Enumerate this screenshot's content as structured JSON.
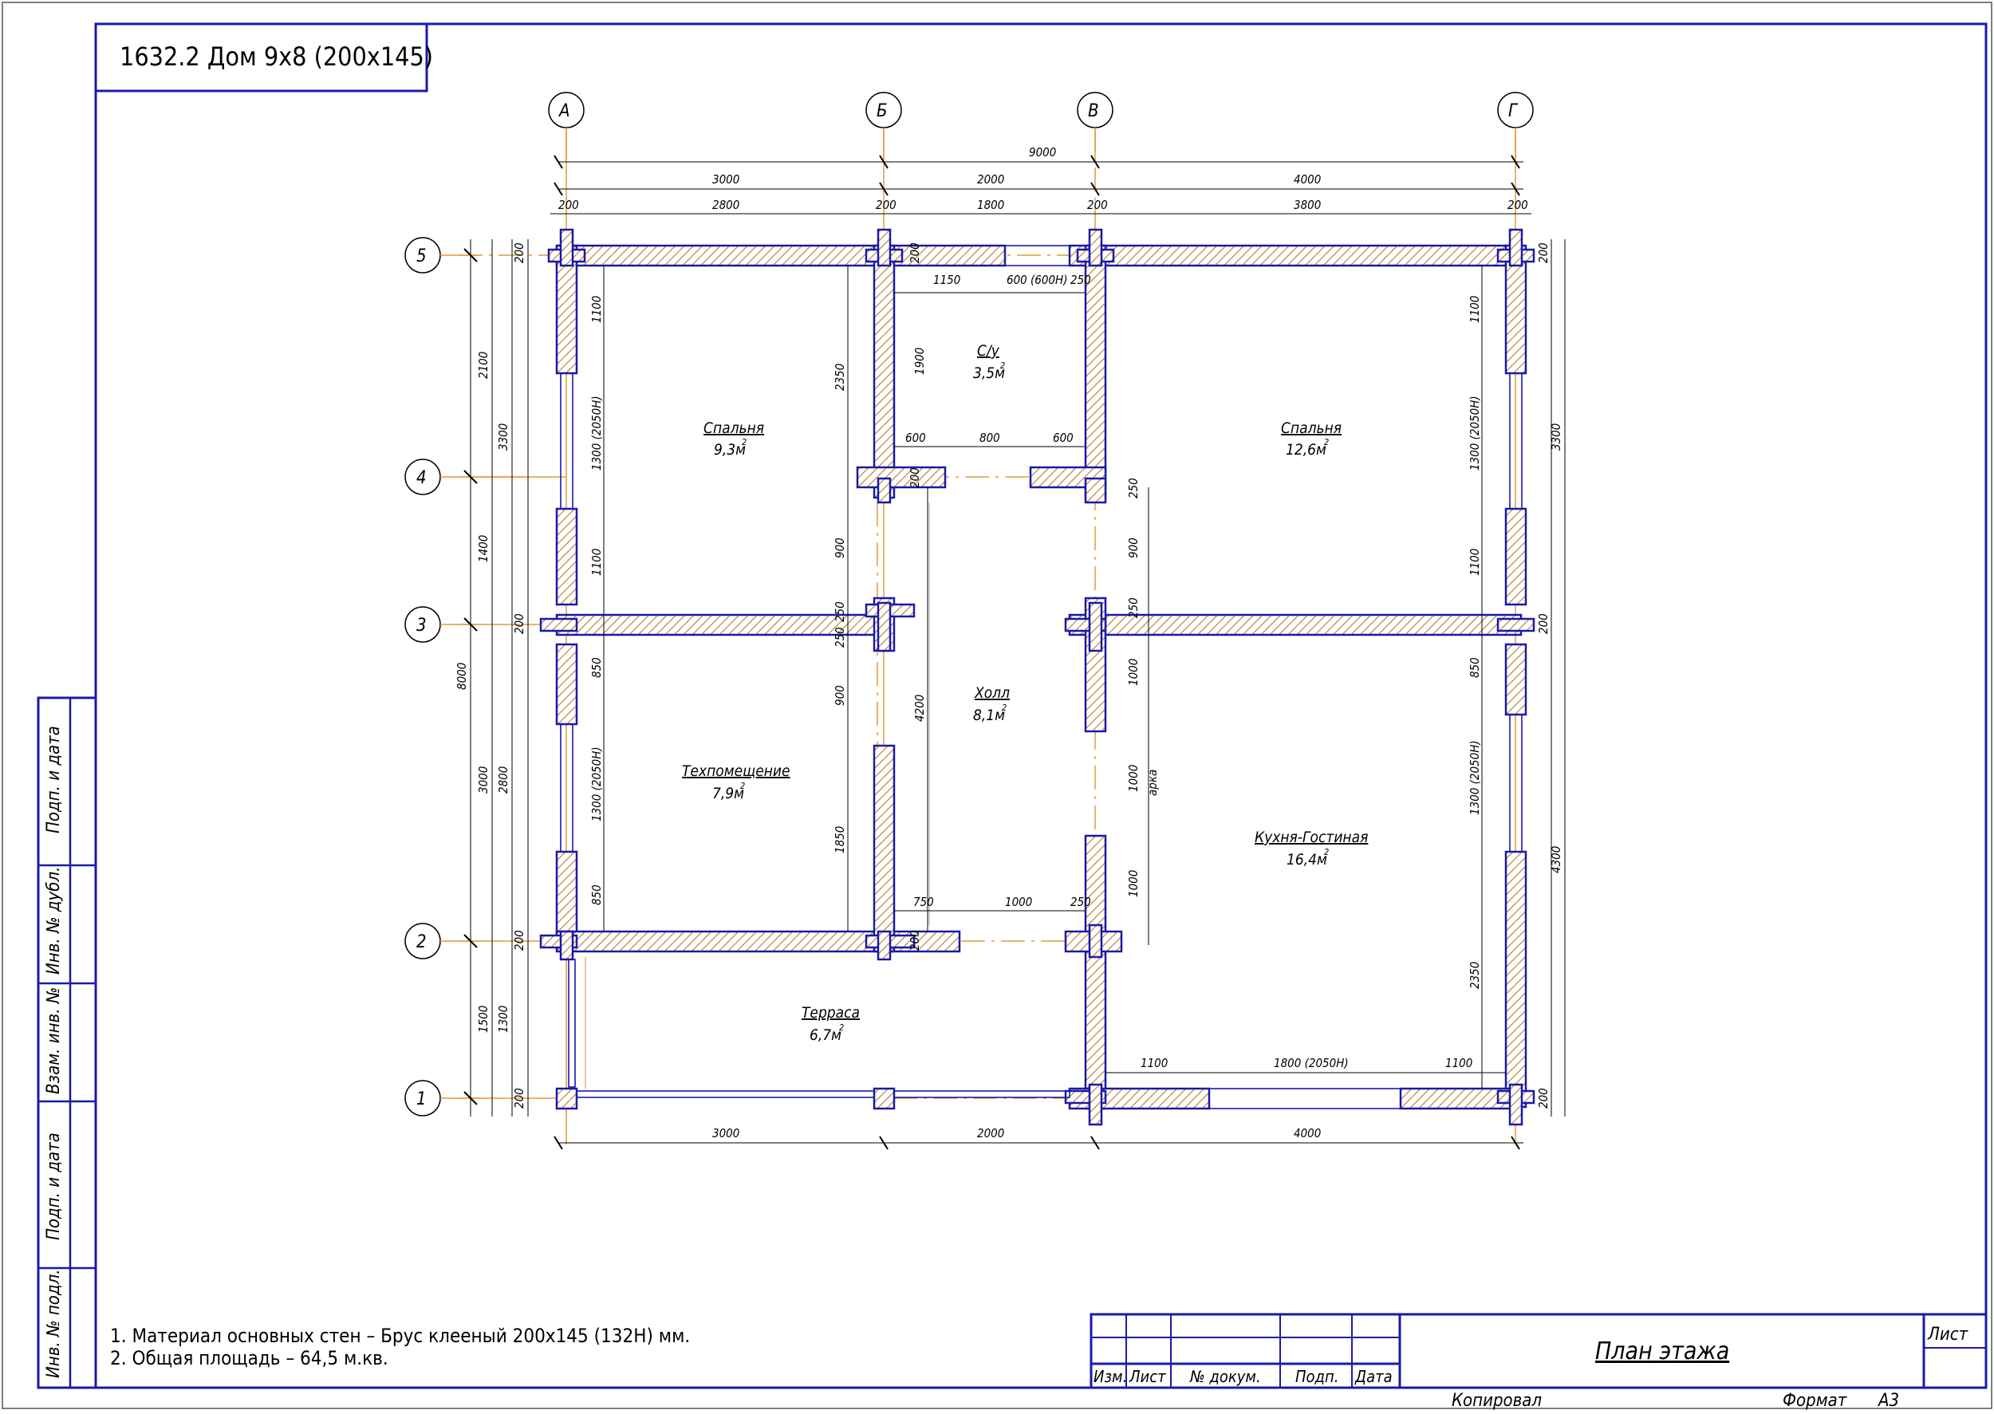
{
  "title_block": {
    "project": "1632.2 Дом 9х8 (200х145)",
    "sheet_title": "План этажа",
    "sheet_label": "Лист",
    "columns": [
      "Изм.",
      "Лист",
      "№ докум.",
      "Подп.",
      "Дата"
    ],
    "copied": "Копировал",
    "format_label": "Формат",
    "format_value": "А3"
  },
  "side_stamp": [
    "Подп. и дата",
    "Инв. № дубл.",
    "Взам. инв. №",
    "Подп. и дата",
    "Инв. № подл."
  ],
  "notes": [
    "1. Материал основных стен – Брус клееный 200х145 (132Н) мм.",
    "2. Общая площадь – 64,5 м.кв."
  ],
  "axes": {
    "columns": [
      "А",
      "Б",
      "В",
      "Г"
    ],
    "rows": [
      "5",
      "4",
      "3",
      "2",
      "1"
    ]
  },
  "rooms": [
    {
      "name": "Спальня",
      "area": "9,3м"
    },
    {
      "name": "С/у",
      "area": "3,5м"
    },
    {
      "name": "Спальня",
      "area": "12,6м"
    },
    {
      "name": "Холл",
      "area": "8,1м"
    },
    {
      "name": "Техпомещение",
      "area": "7,9м"
    },
    {
      "name": "Кухня-Гостиная",
      "area": "16,4м"
    },
    {
      "name": "Терраса",
      "area": "6,7м"
    }
  ],
  "dimensions": {
    "top_total": "9000",
    "top_axes": [
      "3000",
      "2000",
      "4000"
    ],
    "top_inner": [
      "200",
      "2800",
      "200",
      "1800",
      "200",
      "3800",
      "200"
    ],
    "bottom_axes": [
      "3000",
      "2000",
      "4000"
    ],
    "left_total": "8000",
    "left_outer": [
      "2100",
      "1400",
      "3000",
      "1500"
    ],
    "left_mid": [
      "3300",
      "2800",
      "1300"
    ],
    "left_inner": [
      "200",
      "200",
      "200",
      "200"
    ],
    "right_outer": [
      "3300",
      "4300"
    ],
    "right_inner": [
      "200",
      "200",
      "200"
    ],
    "openings": {
      "wc_top": [
        "1150",
        "600 (600Н)",
        "250"
      ],
      "wc_bottom": [
        "600",
        "800",
        "600"
      ],
      "hall_bottom": [
        "750",
        "1000",
        "250"
      ],
      "kitchen_bottom": [
        "1100",
        "1800 (2050Н)",
        "1100"
      ],
      "bed1_left": [
        "1100",
        "1300 (2050Н)",
        "1100"
      ],
      "tech_left": [
        "850",
        "1300 (2050Н)",
        "850"
      ],
      "bed2_right": [
        "1100",
        "1300 (2050Н)",
        "1100"
      ],
      "kitchen_right": [
        "850",
        "1300 (2050Н)",
        "2350"
      ],
      "wall_b": [
        "2350",
        "900",
        "900",
        "1850"
      ],
      "wall_b_small": [
        "250",
        "250",
        "200",
        "200",
        "200"
      ],
      "hall_left": "4200",
      "wall_v": [
        "250",
        "900",
        "250",
        "1000",
        "1000",
        "1000"
      ],
      "arch": "арка",
      "wc_height": "1900"
    }
  }
}
